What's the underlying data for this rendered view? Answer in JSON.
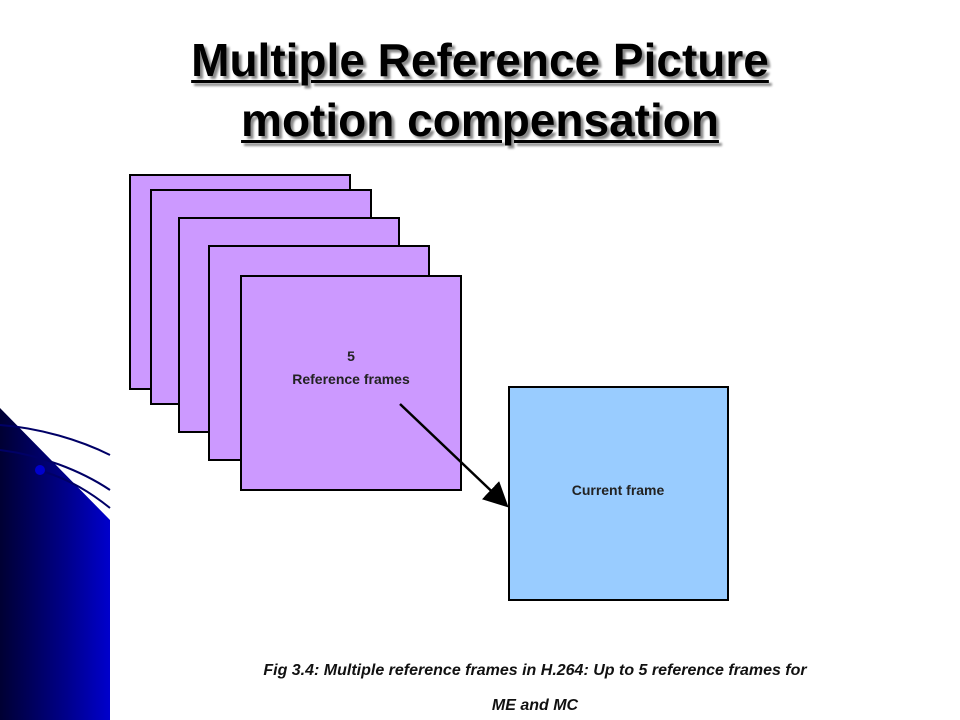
{
  "slide": {
    "title_line1": "Multiple Reference Picture",
    "title_line2": "motion compensation"
  },
  "diagram": {
    "reference_count": "5",
    "reference_label": "Reference frames",
    "current_label": "Current frame",
    "caption_line1": "Fig 3.4: Multiple reference frames in H.264: Up to 5 reference frames for",
    "caption_line2": "ME and MC"
  },
  "colors": {
    "reference_fill": "#cc99ff",
    "current_fill": "#99ccff",
    "decor_dark": "#000033",
    "decor_blue": "#0000cc"
  }
}
